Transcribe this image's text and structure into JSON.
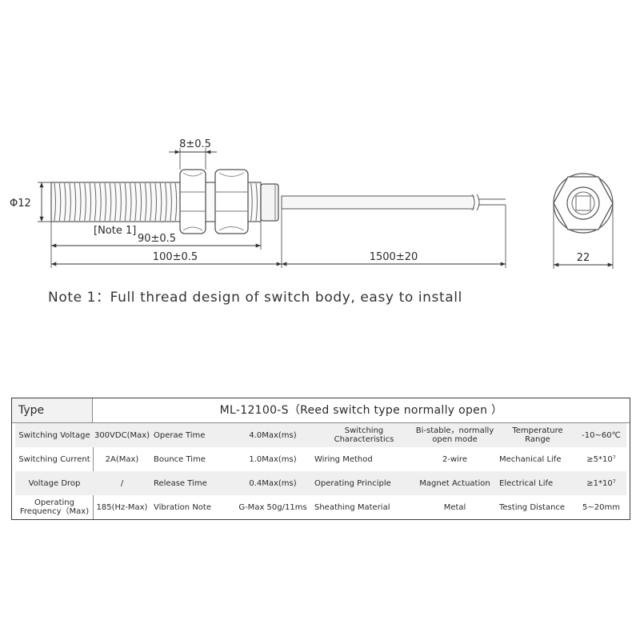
{
  "drawing": {
    "dim_nut_width": "8±0.5",
    "dim_diameter": "Φ12",
    "note_ref": "[Note 1]",
    "dim_thread_length": "90±0.5",
    "dim_body_length": "100±0.5",
    "dim_cable_length": "1500±20",
    "dim_hex_width": "22"
  },
  "note": "Note 1：Full thread design of switch body, easy to install",
  "table": {
    "type_label": "Type",
    "model": "ML-12100-S（Reed switch type normally open ）",
    "rows": [
      [
        "Switching Voltage",
        "300VDC(Max)",
        "Operae Time",
        "4.0Max(ms)",
        "Switching Characteristics",
        "Bi-stable，normally open mode",
        "Temperature Range",
        "-10~60℃"
      ],
      [
        "Switching Current",
        "2A(Max)",
        "Bounce Time",
        "1.0Max(ms)",
        "Wiring Method",
        "2-wire",
        "Mechanical Life",
        "≥5*10⁷"
      ],
      [
        "Voltage Drop",
        "/",
        "Release Time",
        "0.4Max(ms)",
        "Operating Principle",
        "Magnet Actuation",
        "Electrical Life",
        "≥1*10⁷"
      ],
      [
        "Operating Frequency（Max)",
        "185(Hz-Max)",
        "Vibration Note",
        "G-Max 50g/11ms",
        "Sheathing Material",
        "Metal",
        "Testing Distance",
        "5~20mm"
      ]
    ]
  }
}
